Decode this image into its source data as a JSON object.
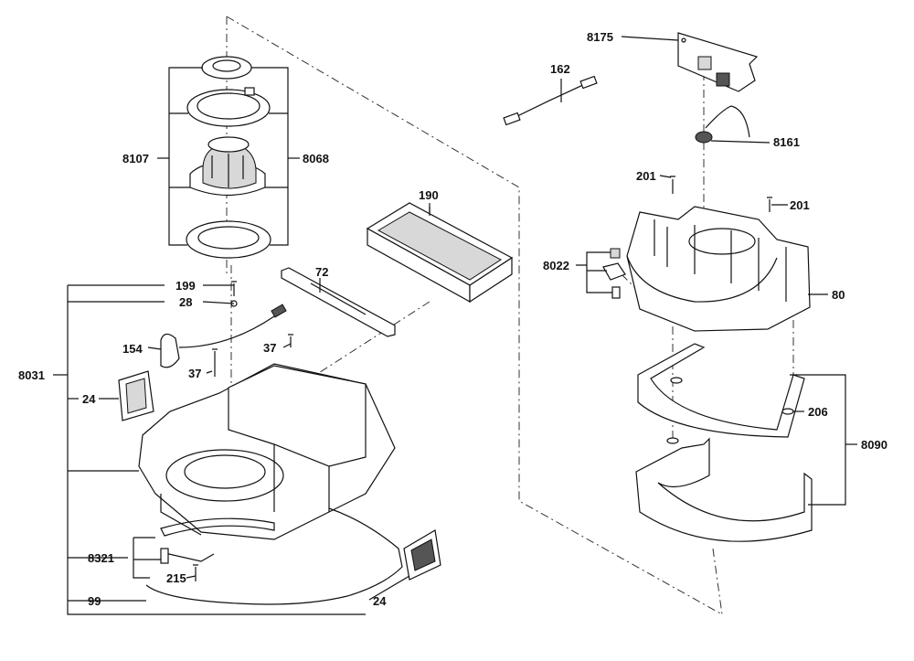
{
  "labels": {
    "p8107": "8107",
    "p8068": "8068",
    "p190": "190",
    "p162": "162",
    "p8175": "8175",
    "p8161": "8161",
    "p201a": "201",
    "p201b": "201",
    "p8022": "8022",
    "p80": "80",
    "p199": "199",
    "p28": "28",
    "p72": "72",
    "p154": "154",
    "p37a": "37",
    "p37b": "37",
    "p8031": "8031",
    "p24a": "24",
    "p24b": "24",
    "p206": "206",
    "p8090": "8090",
    "p8321": "8321",
    "p215": "215",
    "p99": "99"
  }
}
